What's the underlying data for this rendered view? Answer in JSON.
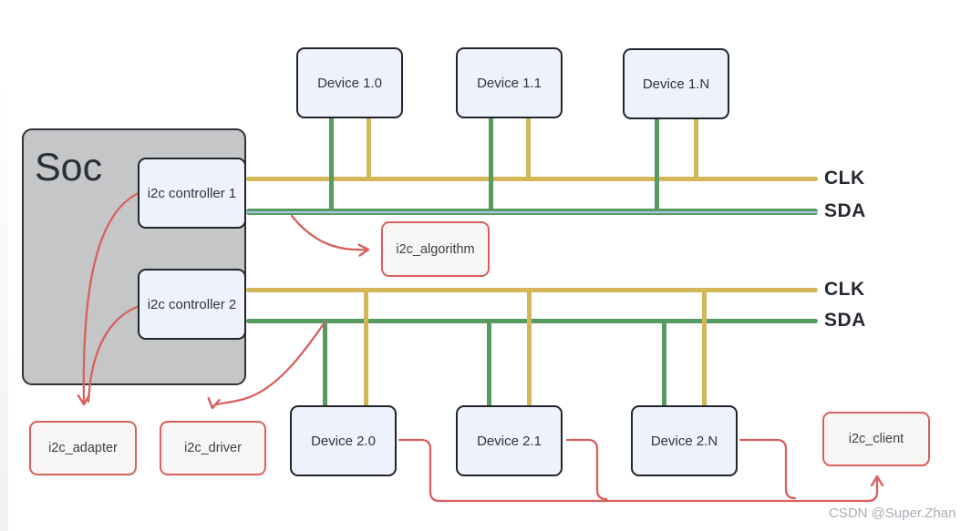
{
  "soc": {
    "label": "Soc"
  },
  "controllers": [
    {
      "label": "i2c controller 1"
    },
    {
      "label": "i2c controller 2"
    }
  ],
  "buses": [
    {
      "clk": "CLK",
      "sda": "SDA"
    },
    {
      "clk": "CLK",
      "sda": "SDA"
    }
  ],
  "devices": {
    "row1": [
      {
        "label": "Device 1.0"
      },
      {
        "label": "Device 1.1"
      },
      {
        "label": "Device 1.N"
      }
    ],
    "row2": [
      {
        "label": "Device 2.0"
      },
      {
        "label": "Device 2.1"
      },
      {
        "label": "Device 2.N"
      }
    ]
  },
  "kernel_structs": [
    {
      "label": "i2c_algorithm"
    },
    {
      "label": "i2c_adapter"
    },
    {
      "label": "i2c_driver"
    },
    {
      "label": "i2c_client"
    }
  ],
  "connections": [
    {
      "from": "i2c controller 1",
      "to": "i2c_adapter"
    },
    {
      "from": "i2c controller 2",
      "to": "i2c_adapter"
    },
    {
      "from": "bus1-sda",
      "to": "i2c_algorithm"
    },
    {
      "from": "bus2-sda",
      "to": "i2c_driver"
    },
    {
      "from": "Device 2.0",
      "to": "i2c_client"
    },
    {
      "from": "Device 2.1",
      "to": "i2c_client"
    },
    {
      "from": "Device 2.N",
      "to": "i2c_client"
    }
  ],
  "colors": {
    "clk_wire": "#d3b656",
    "sda_wire": "#579a62",
    "sda_core_stripe": "#a9c7e8",
    "connector_red": "#d9605c",
    "soc_fill": "#c5c6c8",
    "device_fill": "#eef2fc",
    "struct_fill": "#f7f6f5"
  },
  "watermark": "CSDN @Super.Zhan"
}
